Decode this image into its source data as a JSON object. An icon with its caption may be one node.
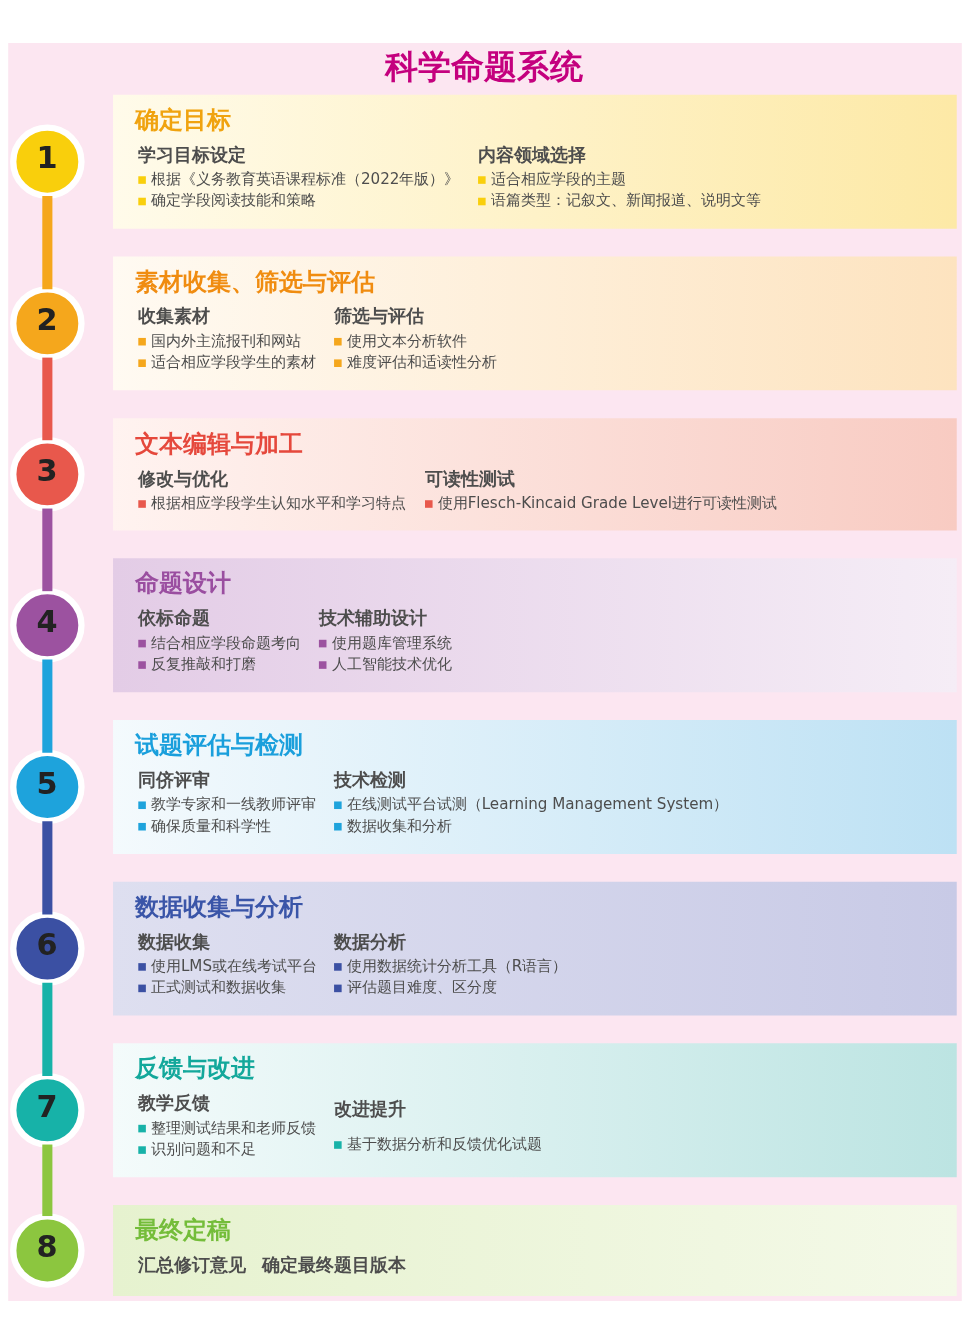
{
  "diagram": {
    "title": "科学命题系统",
    "nodes": [
      {
        "text": [
          "1"
        ]
      },
      {
        "text": [
          "确定目标",
          "学习目标设定",
          "根据《义务教育英语课程标准（2022年版）》",
          "确定学段阅读技能和策略",
          "内容领域选择",
          "适合相应学段的主题",
          "语篇类型：记叙文、新闻报道、说明文等"
        ]
      },
      {
        "text": [
          "2"
        ]
      },
      {
        "text": [
          "素材收集、筛选与评估",
          "收集素材",
          "国内外主流报刊和网站",
          "适合相应学段学生的素材",
          "筛选与评估",
          "使用文本分析软件",
          "难度评估和适读性分析"
        ]
      },
      {
        "text": [
          "3"
        ]
      },
      {
        "text": [
          "文本编辑与加工",
          "修改与优化",
          "根据相应学段学生认知水平和学习特点",
          "可读性测试",
          "使用Flesch-Kincaid Grade Level进行可读性测试"
        ]
      },
      {
        "text": [
          "4"
        ]
      },
      {
        "text": [
          "命题设计",
          "依标命题",
          "结合相应学段命题考向",
          "反复推敲和打磨",
          "技术辅助设计",
          "使用题库管理系统",
          "人工智能技术优化"
        ]
      },
      {
        "text": [
          "5"
        ]
      },
      {
        "text": [
          "试题评估与检测",
          "同侪评审",
          "教学专家和一线教师评审",
          "确保质量和科学性",
          "技术检测",
          "在线测试平台试测（Learning Management System）",
          "数据收集和分析"
        ]
      },
      {
        "text": [
          "6"
        ]
      },
      {
        "text": [
          "数据收集与分析",
          "数据收集",
          "使用LMS或在线考试平台",
          "正式测试和数据收集",
          "数据分析",
          "使用数据统计分析工具（R语言）",
          "评估题目难度、区分度"
        ]
      },
      {
        "text": [
          "7"
        ]
      },
      {
        "text": [
          "反馈与改进",
          "教学反馈",
          "整理测试结果和老师反馈",
          "识别问题和不足",
          "改进提升",
          "基于数据分析和反馈优化试题"
        ]
      },
      {
        "text": [
          "8"
        ]
      },
      {
        "text": [
          "最终定稿",
          "汇总修订意见",
          "确定最终题目版本"
        ]
      }
    ],
    "edges": [
      {
        "from": 0,
        "to": 2,
        "arrow": "none",
        "color": "#f5a71c"
      },
      {
        "from": 2,
        "to": 4,
        "arrow": "none",
        "color": "#e8584c"
      },
      {
        "from": 4,
        "to": 6,
        "arrow": "none",
        "color": "#9c52a0"
      },
      {
        "from": 6,
        "to": 8,
        "arrow": "none",
        "color": "#1ea3dc"
      },
      {
        "from": 8,
        "to": 10,
        "arrow": "none",
        "color": "#3b50a3"
      },
      {
        "from": 10,
        "to": 12,
        "arrow": "none",
        "color": "#17b2a8"
      },
      {
        "from": 12,
        "to": 14,
        "arrow": "none",
        "color": "#8cc63f"
      }
    ]
  }
}
